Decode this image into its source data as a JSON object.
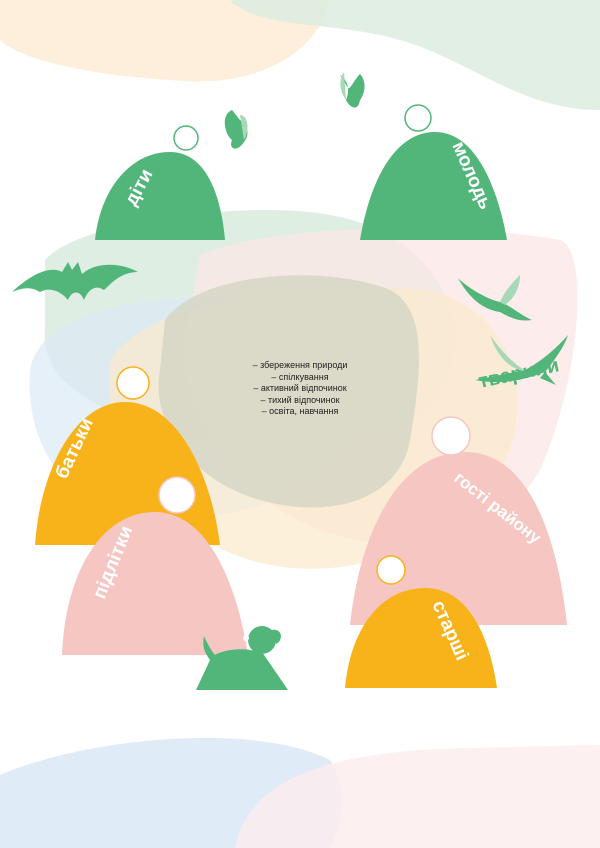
{
  "groups": {
    "kids": "діти",
    "youth": "молодь",
    "parents": "батьки",
    "teens": "підлітки",
    "guests": "гості району",
    "seniors": "старші",
    "animals": "тварини"
  },
  "activities": [
    "– збереження природи",
    "– спілкування",
    "– активний відпочинок",
    "– тихий відпочинок",
    "– освіта, навчання"
  ],
  "colors": {
    "green": "#52b67a",
    "orange": "#f8b31b",
    "pink": "#f6c6c2"
  }
}
